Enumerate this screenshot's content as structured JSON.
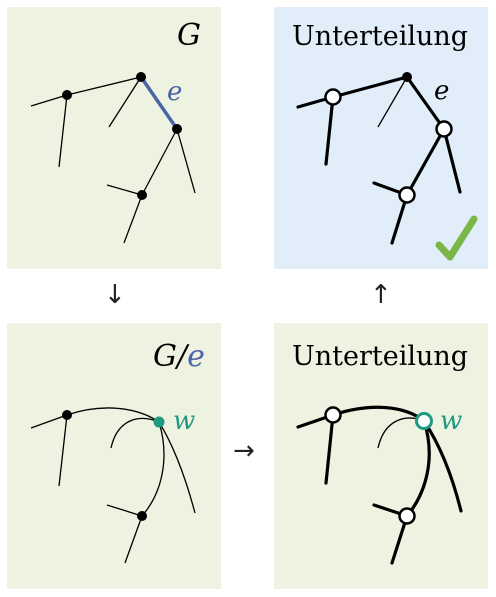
{
  "panels": {
    "top_left": {
      "label": "G",
      "edge_label": "e",
      "bg": "#edf3e0"
    },
    "top_right": {
      "label": "Unterteilung",
      "edge_label": "e",
      "bg": "#e1eef9"
    },
    "bottom_left": {
      "label_main": "G/",
      "label_sub": "e",
      "vertex_label": "w",
      "bg": "#edf3e0"
    },
    "bottom_right": {
      "label": "Unterteilung",
      "vertex_label": "w",
      "bg": "#edf3e0"
    }
  },
  "arrows": {
    "down": "↓",
    "right": "→",
    "up": "↑"
  },
  "colors": {
    "edge_blue": "#4a64a8",
    "teal": "#1f9a82",
    "check_green": "#7ab648"
  },
  "icons": {
    "check": "check-icon"
  }
}
